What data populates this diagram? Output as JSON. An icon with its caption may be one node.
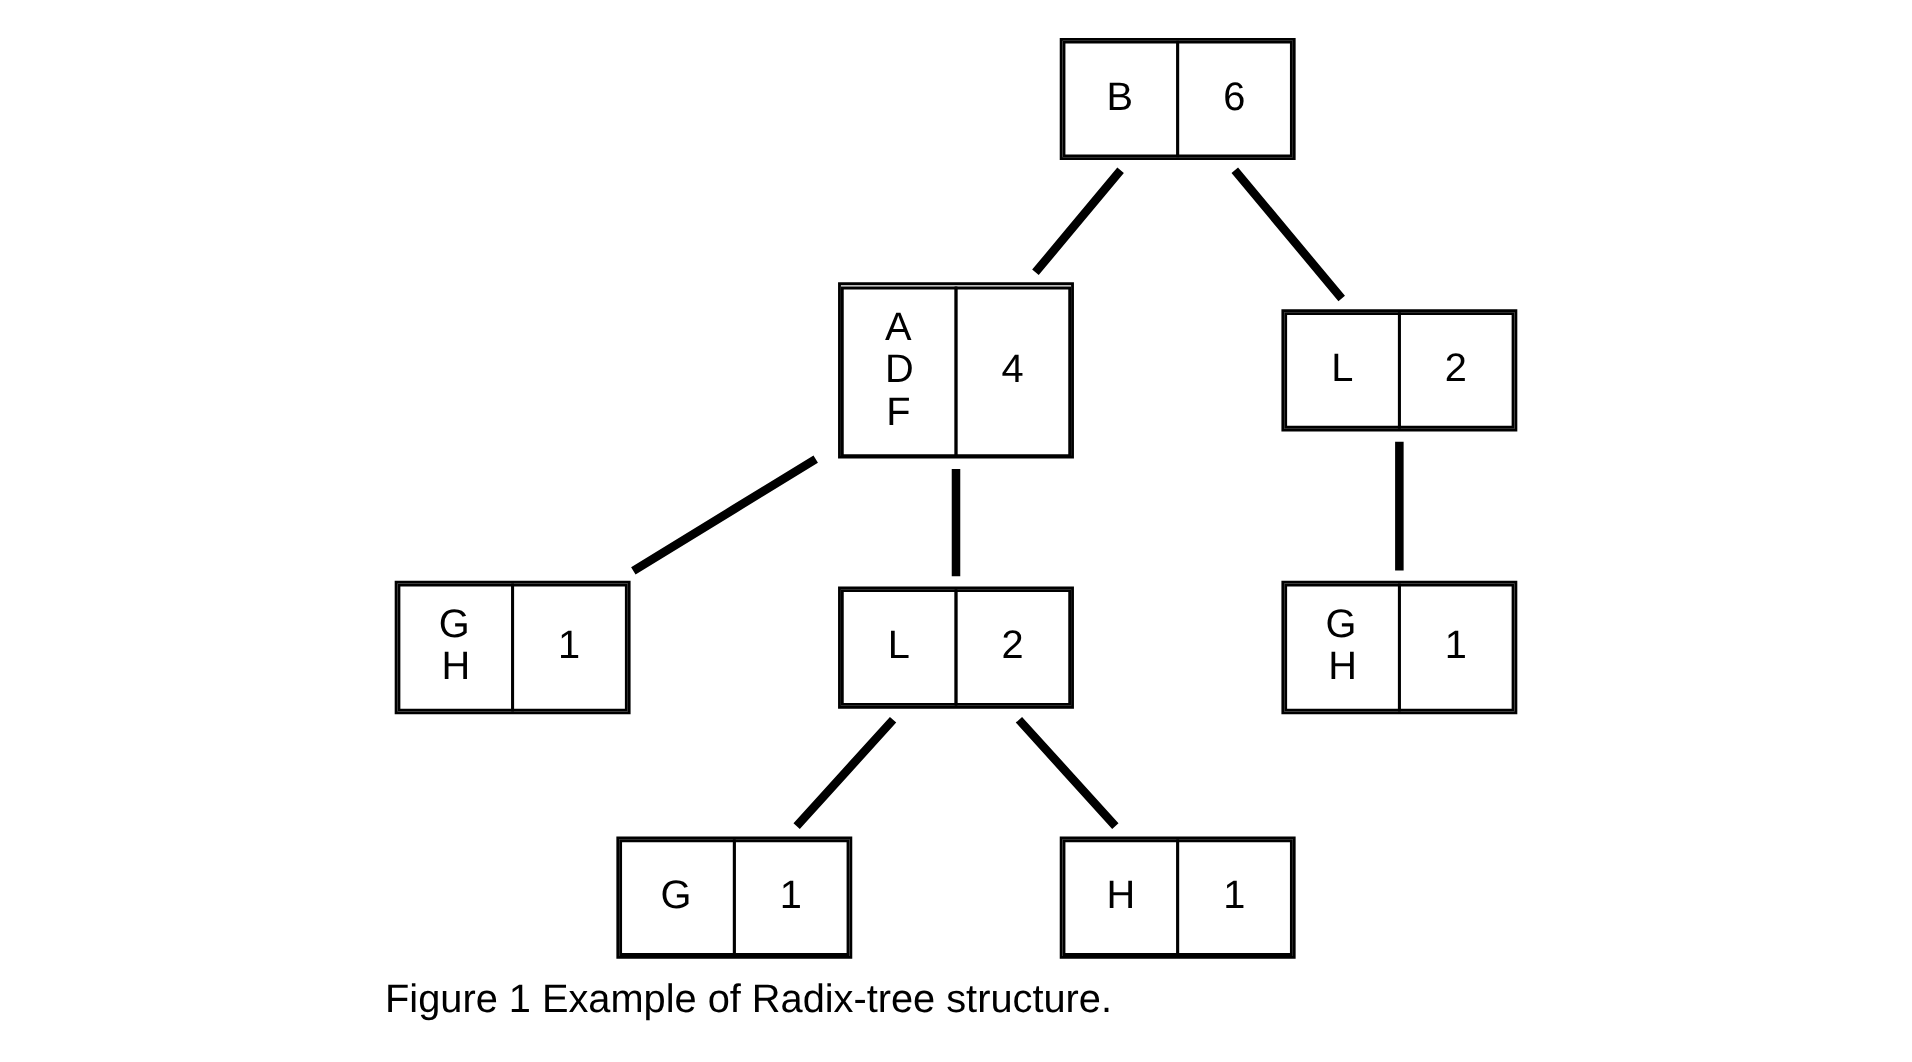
{
  "diagram": {
    "caption": "Figure 1 Example of Radix-tree structure.",
    "nodes": [
      {
        "text": [
          "B",
          "6"
        ]
      },
      {
        "text": [
          "A D F",
          "4"
        ]
      },
      {
        "text": [
          "L",
          "2"
        ]
      },
      {
        "text": [
          "G H",
          "1"
        ]
      },
      {
        "text": [
          "G H",
          "1"
        ]
      },
      {
        "text": [
          "L",
          "2"
        ]
      },
      {
        "text": [
          "G",
          "1"
        ]
      },
      {
        "text": [
          "H",
          "1"
        ]
      }
    ],
    "edges": [
      {
        "from": 0,
        "to": 1,
        "arrow": "none"
      },
      {
        "from": 0,
        "to": 2,
        "arrow": "none"
      },
      {
        "from": 2,
        "to": 3,
        "arrow": "none"
      },
      {
        "from": 1,
        "to": 4,
        "arrow": "none"
      },
      {
        "from": 1,
        "to": 5,
        "arrow": "none"
      },
      {
        "from": 5,
        "to": 6,
        "arrow": "none"
      },
      {
        "from": 5,
        "to": 7,
        "arrow": "none"
      }
    ]
  }
}
